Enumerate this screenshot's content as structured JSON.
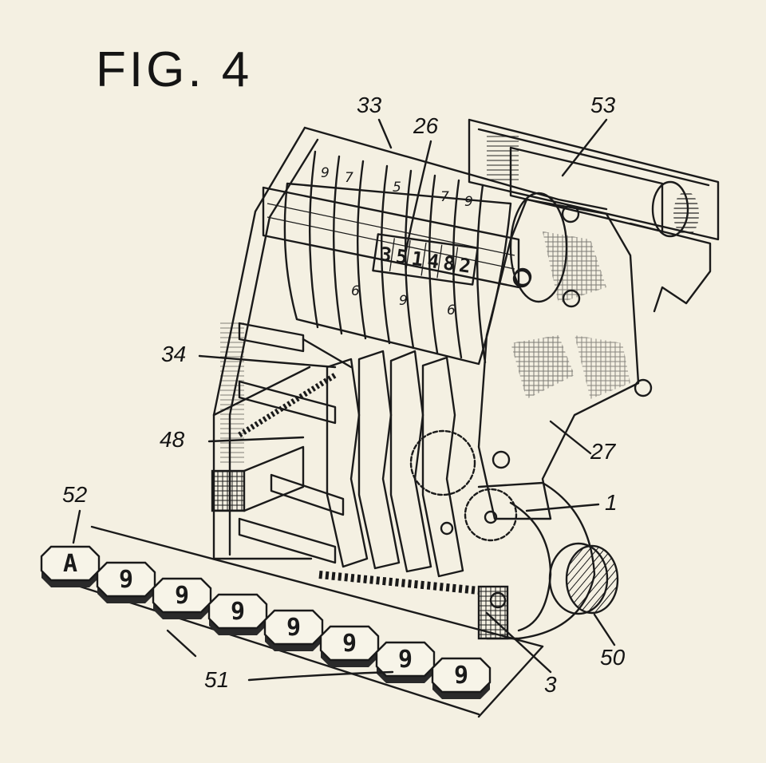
{
  "figure": {
    "title": "FIG. 4"
  },
  "references": {
    "r33": "33",
    "r26": "26",
    "r53": "53",
    "r34": "34",
    "r48": "48",
    "r27": "27",
    "r1": "1",
    "r52": "52",
    "r50": "50",
    "r51": "51",
    "r3": "3"
  },
  "display_window": {
    "digits": [
      "3",
      "5",
      "1",
      "4",
      "8",
      "2"
    ]
  },
  "keyboard": {
    "keys": [
      "A",
      "9",
      "9",
      "9",
      "9",
      "9",
      "9",
      "9"
    ]
  },
  "colors": {
    "ink": "#1a1a1a",
    "paper": "#f4f0e2"
  }
}
